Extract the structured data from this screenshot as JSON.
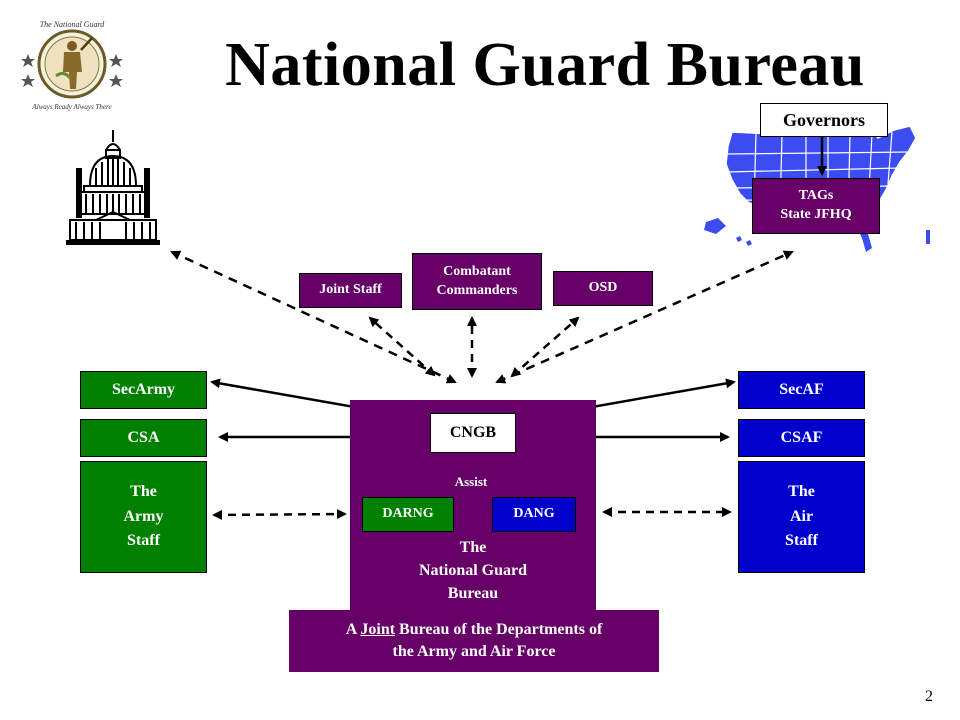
{
  "title": "National Guard Bureau",
  "seal_text": {
    "top": "The National Guard",
    "bottom": "Always Ready   Always There"
  },
  "governors": "Governors",
  "tags": {
    "line1": "TAGs",
    "line2": "State JFHQ"
  },
  "joint_staff": "Joint Staff",
  "combatant": {
    "line1": "Combatant",
    "line2": "Commanders"
  },
  "osd": "OSD",
  "army": {
    "sec": "SecArmy",
    "chief": "CSA",
    "staff": {
      "line1": "The",
      "line2": "Army",
      "line3": "Staff"
    }
  },
  "airforce": {
    "sec": "SecAF",
    "chief": "CSAF",
    "staff": {
      "line1": "The",
      "line2": "Air",
      "line3": "Staff"
    }
  },
  "cngb": "CNGB",
  "assist": "Assist",
  "darng": "DARNG",
  "dang": "DANG",
  "ngb": {
    "line1": "The",
    "line2": "National Guard",
    "line3": "Bureau"
  },
  "banner": {
    "pre": "A ",
    "joint": "Joint",
    "post": " Bureau of the Departments  of",
    "line2": "the Army and Air Force"
  },
  "page_number": "2",
  "colors": {
    "purple": "#660066",
    "green": "#008000",
    "blue": "#0000cc",
    "map": "#3b4cf0"
  }
}
